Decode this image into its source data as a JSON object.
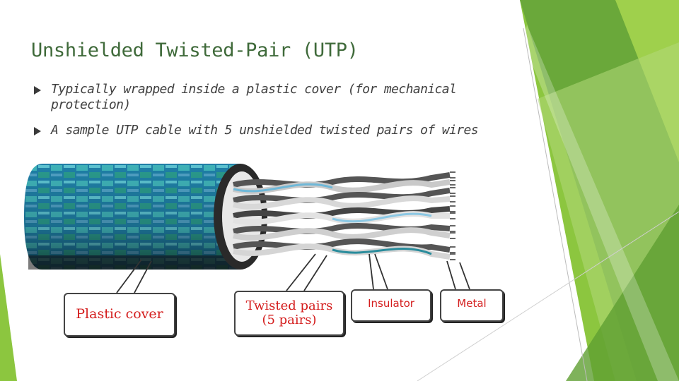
{
  "slide": {
    "title": "Unshielded Twisted-Pair (UTP)",
    "bullets": [
      "Typically wrapped inside a plastic cover (for mechanical protection)",
      "A sample UTP cable with 5 unshielded twisted pairs of wires"
    ]
  },
  "diagram": {
    "labels": {
      "plastic_cover": "Plastic cover",
      "twisted_pairs_line1": "Twisted pairs",
      "twisted_pairs_line2": "(5 pairs)",
      "insulator": "Insulator",
      "metal": "Metal"
    }
  },
  "colors": {
    "title": "#3f6a3a",
    "accent_green": "#8cc63f",
    "dark_green": "#5a9b2e",
    "label_text": "#d41d1d",
    "cable_teal": "#2a8c9c"
  },
  "icons": [
    "bullet-arrow-icon"
  ]
}
